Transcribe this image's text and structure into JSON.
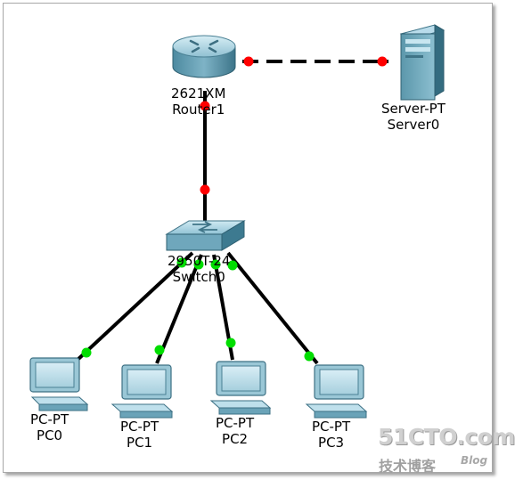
{
  "devices": {
    "router": {
      "model": "2621XM",
      "name": "Router1"
    },
    "server": {
      "model": "Server-PT",
      "name": "Server0"
    },
    "switch": {
      "model": "2950T-24",
      "name": "Switch0"
    },
    "pc0": {
      "model": "PC-PT",
      "name": "PC0"
    },
    "pc1": {
      "model": "PC-PT",
      "name": "PC1"
    },
    "pc2": {
      "model": "PC-PT",
      "name": "PC2"
    },
    "pc3": {
      "model": "PC-PT",
      "name": "PC3"
    }
  },
  "link_colors": {
    "down": "#ff0000",
    "up": "#00dd00",
    "cable": "#000000"
  },
  "watermark": {
    "brand": "51CTO.com",
    "subtitle": "技术博客",
    "blog": "Blog"
  }
}
